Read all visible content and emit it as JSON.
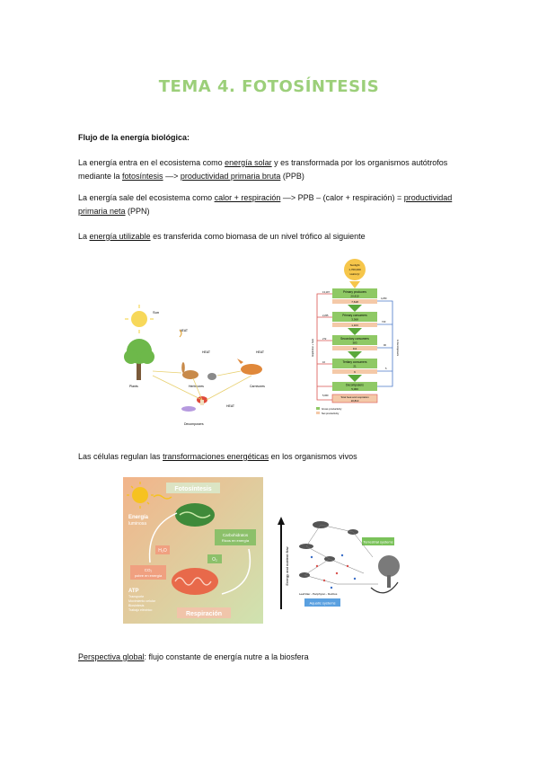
{
  "title": "TEMA 4. FOTOSÍNTESIS",
  "heading": "Flujo de la energía biológica:",
  "para1": {
    "t1": "La energía entra en el ecosistema como ",
    "u1": "energía solar",
    "t2": " y es transformada por los organismos autótrofos mediante la ",
    "u2": "fotosíntesis",
    "t3": " —> ",
    "u3": "productividad primaria bruta",
    "t4": " (PPB)"
  },
  "para2": {
    "t1": "La energía sale del ecosistema como ",
    "u1": "calor + respiración",
    "t2": " —> PPB – (calor + respiración) = ",
    "u2": "productividad primaria neta",
    "t3": " (PPN)"
  },
  "para3": {
    "t1": "La ",
    "u1": "energía utilizable",
    "t2": " es transferida como biomasa de un nivel trófico al siguiente"
  },
  "para4": {
    "t1": "Las células regulan las ",
    "u1": "transformaciones energéticas",
    "t2": " en los organismos vivos"
  },
  "para5": {
    "u1": "Perspectiva global",
    "t1": ": flujo constante de energía nutre a la biosfera"
  },
  "food_web": {
    "sun": "Sun",
    "heat": "HEAT",
    "plants": "Plants",
    "herbivores": "Herbivores",
    "carnivores": "Carnivores",
    "decomposers": "Decomposers"
  },
  "pyramid": {
    "sunlight": "Sunlight",
    "sunlight_value": "1,700,000",
    "sunlight_unit": "kcal/m²/yr",
    "levels": [
      {
        "name": "Primary producers",
        "gross": "20,810",
        "net": "7,618"
      },
      {
        "name": "Primary consumers",
        "gross": "3,368",
        "net": "1,103"
      },
      {
        "name": "Secondary consumers",
        "gross": "383",
        "net": "111"
      },
      {
        "name": "Tertiary consumers",
        "gross": "21",
        "net": "6"
      },
      {
        "name": "Decomposers",
        "gross": "5,060",
        "net": ""
      }
    ],
    "left_values": [
      "13,197",
      "2,265",
      "272",
      "16",
      "5,060"
    ],
    "right_values": [
      "4,250",
      "720",
      "90",
      "5"
    ],
    "left_axis": "respiration + heat",
    "right_axis": "to decomposers",
    "total": "Total heat and respiration",
    "total_value": "20,810",
    "legend_gross": "Gross productivity",
    "legend_net": "Net productivity"
  },
  "cell": {
    "fotosintesis": "Fotosíntesis",
    "energia": "Energía",
    "luminosa": "luminosa",
    "carb1": "Carbohidratos",
    "carb2": "Ricos en energía",
    "o2": "O₂",
    "h2o": "H₂O",
    "co2_1": "CO₂",
    "co2_2": "pobre en energía",
    "atp": "ATP",
    "atp_list": [
      "Transporte",
      "Movimiento celular",
      "Biosíntesis",
      "Trabajo eléctrico"
    ],
    "respiracion": "Respiración"
  },
  "web": {
    "terrestrial": "Terrestrial systems",
    "aquatic": "Aquatic systems",
    "axis": "Energy and nutrient flow",
    "leaf": "Leaf litter - Periphyton - Detritus"
  }
}
